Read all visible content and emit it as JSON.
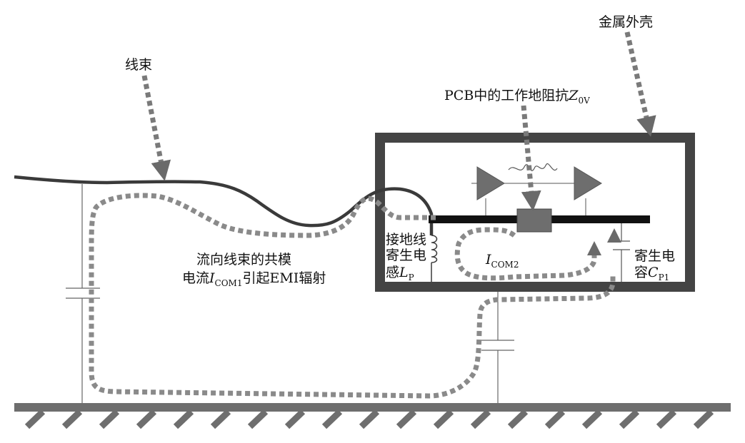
{
  "labels": {
    "harness": "线束",
    "metal_enclosure": "金属外壳",
    "pcb_ground_impedance_prefix": "PCB中的工作地阻抗",
    "pcb_ground_impedance_symbol": "Z",
    "pcb_ground_impedance_subscript": "0V",
    "common_mode_line1": "流向线束的共模",
    "common_mode_line2_prefix": "电流",
    "common_mode_line2_symbol": "I",
    "common_mode_line2_subscript": "COM1",
    "common_mode_line2_suffix": "引起EMI辐射",
    "ground_wire_line1": "接地线",
    "ground_wire_line2": "寄生电",
    "ground_wire_line3_prefix": "感",
    "ground_wire_line3_symbol": "L",
    "ground_wire_line3_subscript": "P",
    "icom2_symbol": "I",
    "icom2_subscript": "COM2",
    "parasitic_cap_line1": "寄生电",
    "parasitic_cap_line2_prefix": "容",
    "parasitic_cap_line2_symbol": "C",
    "parasitic_cap_line2_subscript": "P1"
  },
  "colors": {
    "ink": "#111111",
    "wire": "#3a3a3a",
    "enclosure": "#444444",
    "dotted_path": "#8a8a8a",
    "arrow": "#6a6a6a",
    "component": "#6e6e6e",
    "ground": "#6e6e6e"
  }
}
